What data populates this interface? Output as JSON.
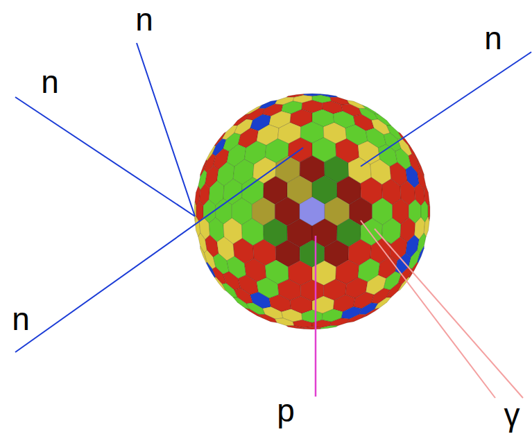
{
  "diagram": {
    "labels": [
      "n",
      "n",
      "n",
      "n",
      "p",
      "γ"
    ]
  }
}
